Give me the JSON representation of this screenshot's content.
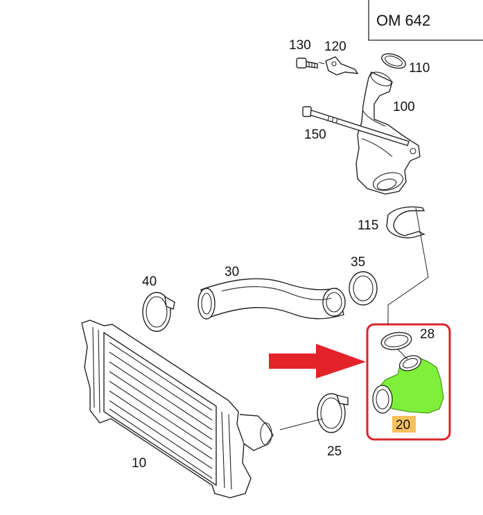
{
  "diagram": {
    "engine_code": "OM 642",
    "parts": [
      {
        "id": "p130",
        "label": "130"
      },
      {
        "id": "p120",
        "label": "120"
      },
      {
        "id": "p110",
        "label": "110"
      },
      {
        "id": "p100",
        "label": "100"
      },
      {
        "id": "p150",
        "label": "150"
      },
      {
        "id": "p115",
        "label": "115"
      },
      {
        "id": "p35",
        "label": "35"
      },
      {
        "id": "p30",
        "label": "30"
      },
      {
        "id": "p40",
        "label": "40"
      },
      {
        "id": "p28",
        "label": "28"
      },
      {
        "id": "p20",
        "label": "20"
      },
      {
        "id": "p25",
        "label": "25"
      },
      {
        "id": "p10",
        "label": "10"
      }
    ],
    "highlight": {
      "part_label": "20",
      "highlight_color": "#7ef03a",
      "frame_color": "#d8232a",
      "arrow_color": "#e3232a",
      "label_bg_color": "#f6c15a"
    }
  }
}
